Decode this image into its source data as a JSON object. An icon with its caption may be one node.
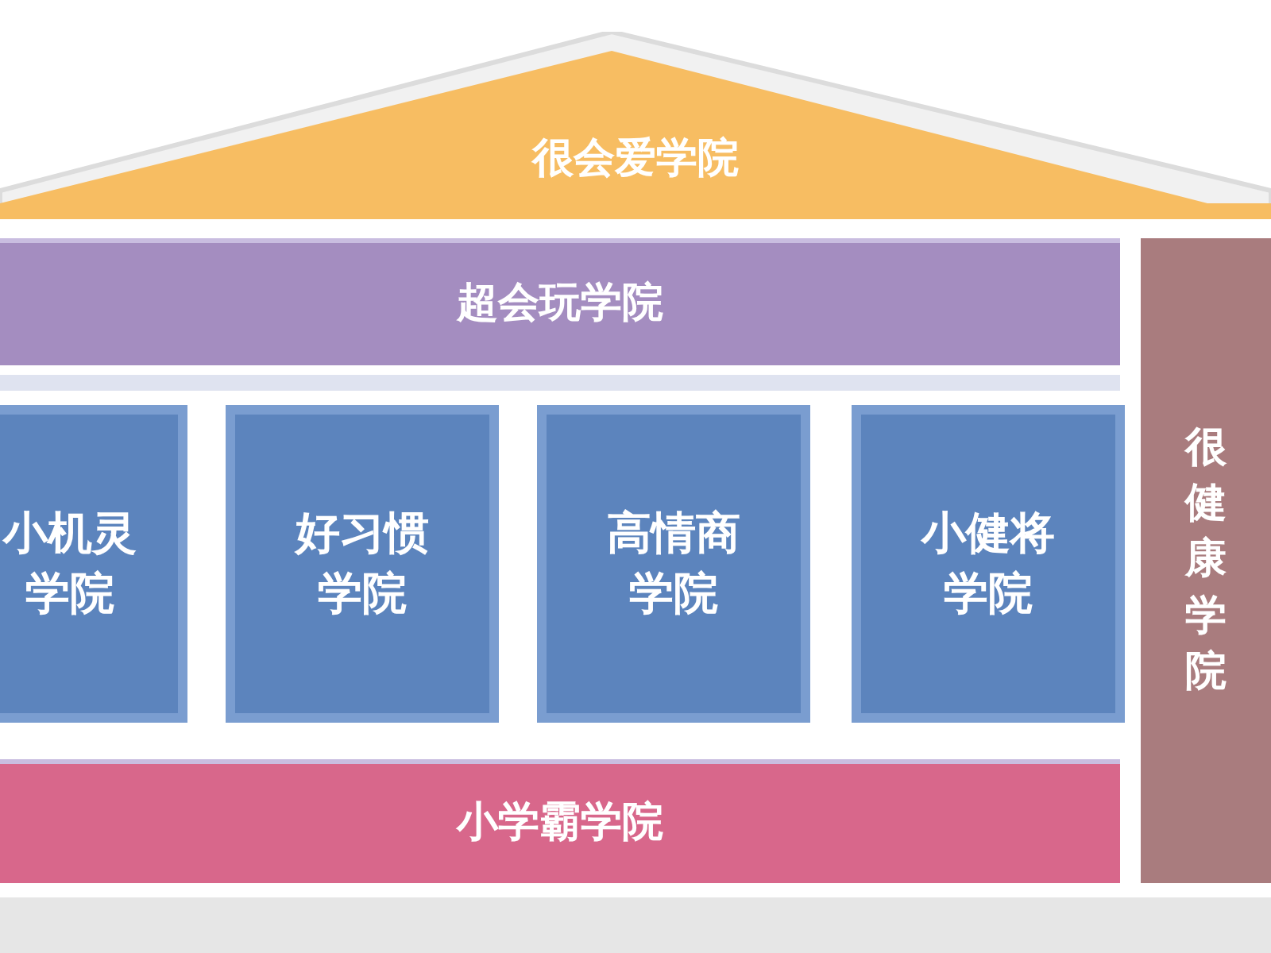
{
  "diagram": {
    "nodes": [
      {
        "text": [
          "很会爱学院"
        ]
      },
      {
        "text": [
          "超会玩学院"
        ]
      },
      {
        "text": [
          "小机灵学院"
        ]
      },
      {
        "text": [
          "好习惯学院"
        ]
      },
      {
        "text": [
          "高情商学院"
        ]
      },
      {
        "text": [
          "小健将学院"
        ]
      },
      {
        "text": [
          "小学霸学院"
        ]
      },
      {
        "text": [
          "很健康学院"
        ]
      }
    ]
  }
}
